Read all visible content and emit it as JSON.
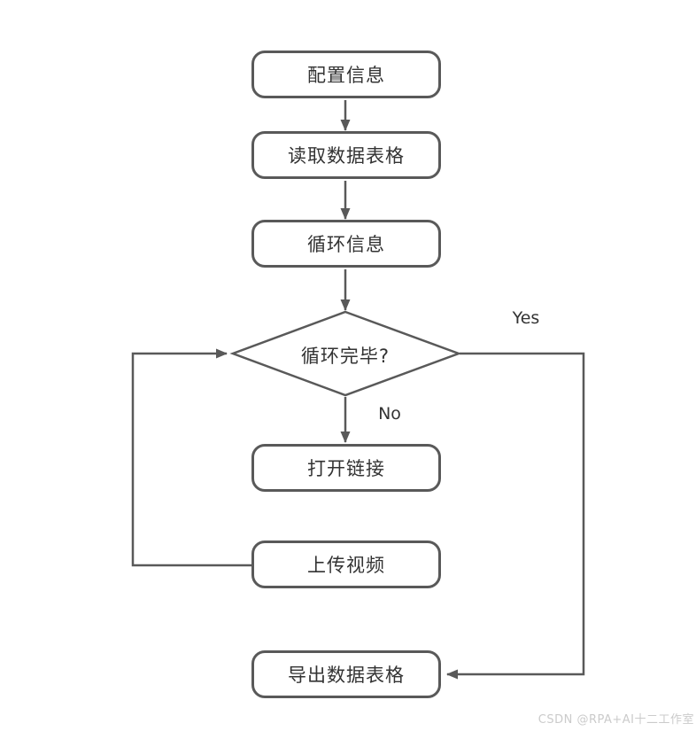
{
  "diagram": {
    "title": "RPA video upload flowchart",
    "colors": {
      "stroke": "#595959",
      "node_text": "#333333",
      "background": "#ffffff",
      "watermark": "#cbcbcb"
    },
    "nodes": {
      "config": {
        "label": "配置信息",
        "type": "process"
      },
      "read_table": {
        "label": "读取数据表格",
        "type": "process"
      },
      "loop_info": {
        "label": "循环信息",
        "type": "process"
      },
      "decision": {
        "label": "循环完毕?",
        "type": "decision"
      },
      "open_link": {
        "label": "打开链接",
        "type": "process"
      },
      "upload_video": {
        "label": "上传视频",
        "type": "process"
      },
      "export_table": {
        "label": "导出数据表格",
        "type": "process"
      }
    },
    "edges": [
      {
        "from": "config",
        "to": "read_table",
        "label": ""
      },
      {
        "from": "read_table",
        "to": "loop_info",
        "label": ""
      },
      {
        "from": "loop_info",
        "to": "decision",
        "label": ""
      },
      {
        "from": "decision",
        "to": "open_link",
        "label": "No"
      },
      {
        "from": "decision",
        "to": "export_table",
        "label": "Yes"
      },
      {
        "from": "open_link",
        "to": "upload_video",
        "label": ""
      },
      {
        "from": "upload_video",
        "to": "decision",
        "label": ""
      }
    ],
    "branch_labels": {
      "yes": "Yes",
      "no": "No"
    }
  },
  "watermark": {
    "text": "CSDN @RPA+AI十二工作室"
  }
}
